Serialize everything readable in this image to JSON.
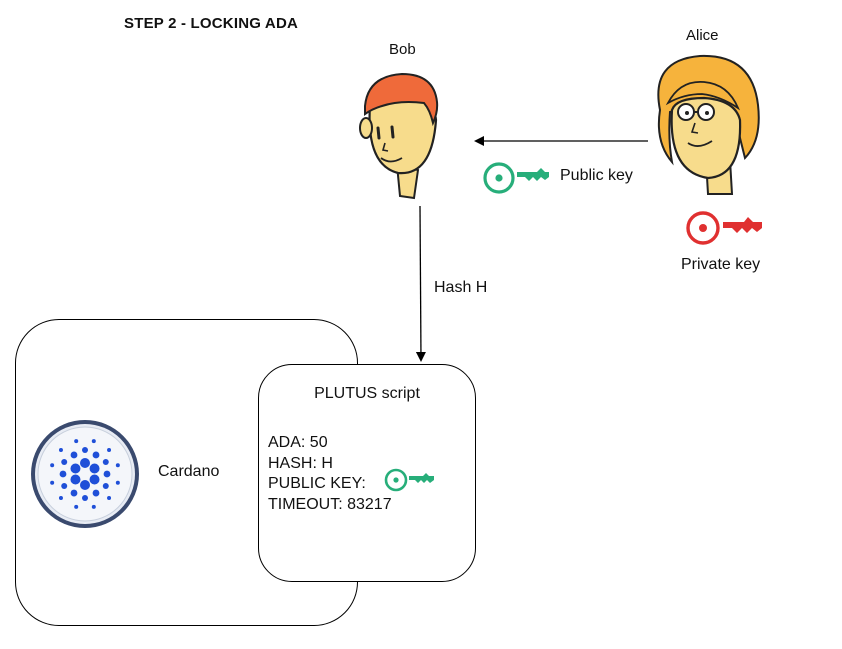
{
  "title": "STEP 2 - LOCKING ADA",
  "people": {
    "bob": {
      "name": "Bob"
    },
    "alice": {
      "name": "Alice"
    }
  },
  "keys": {
    "public_label": "Public key",
    "private_label": "Private key",
    "public_color": "#27ae7a",
    "private_color": "#e03030"
  },
  "edges": {
    "bob_to_script_label": "Hash H"
  },
  "cardano": {
    "label": "Cardano",
    "logo_color": "#1f4fd8"
  },
  "plutus": {
    "title": "PLUTUS script",
    "ada": "ADA: 50",
    "hash": "HASH: H",
    "public_key": "PUBLIC KEY:",
    "timeout": "TIMEOUT: 83217"
  }
}
